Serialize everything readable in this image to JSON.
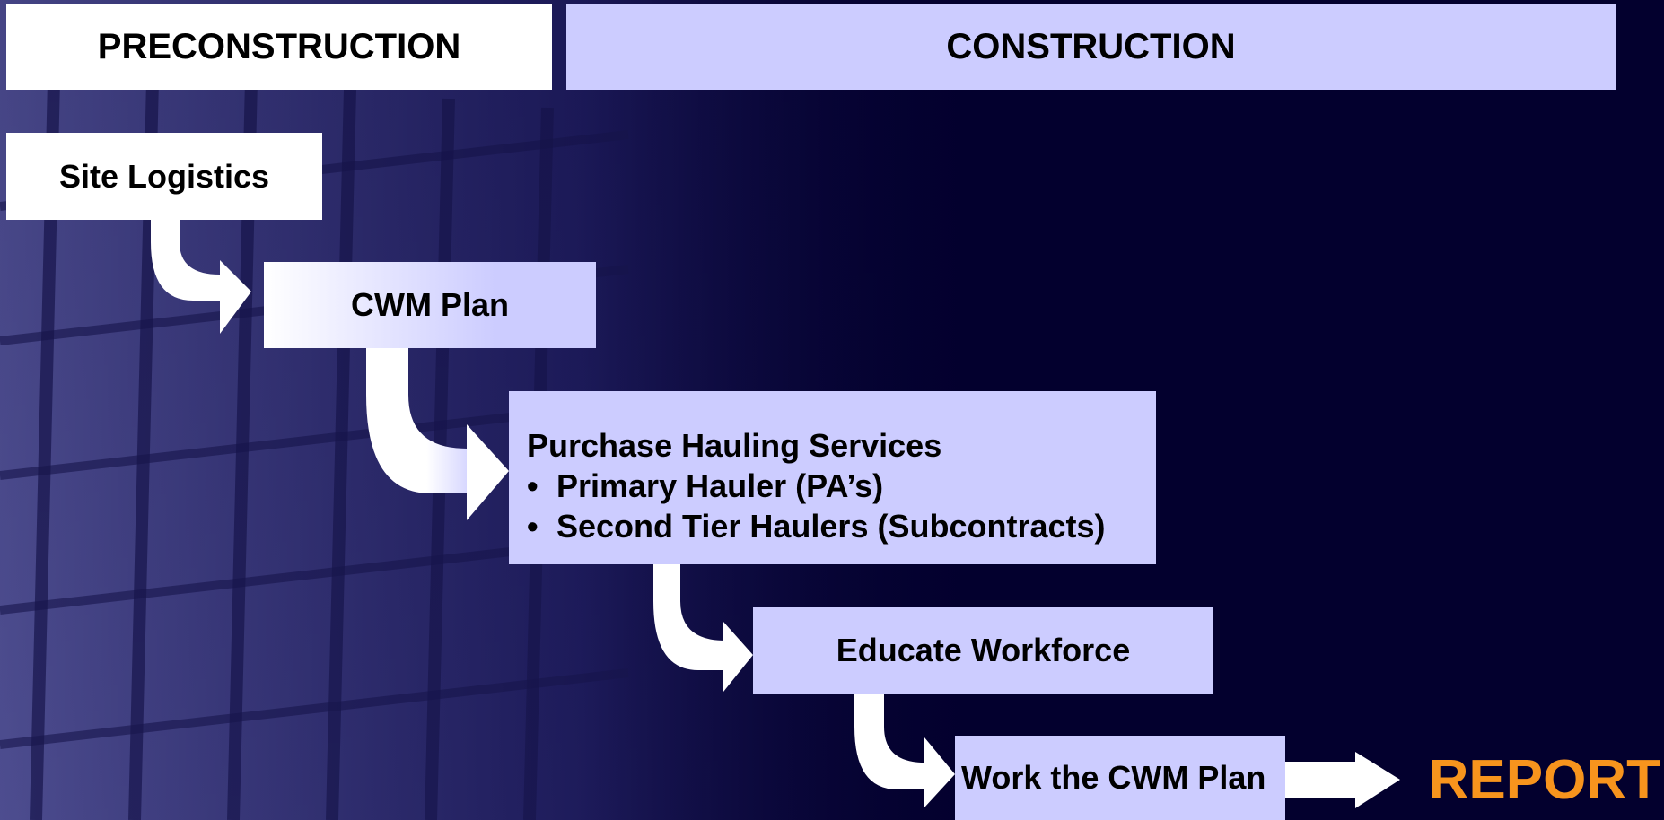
{
  "phases": {
    "preconstruction": "PRECONSTRUCTION",
    "construction": "CONSTRUCTION"
  },
  "steps": {
    "site_logistics": "Site Logistics",
    "cwm_plan": "CWM Plan",
    "purchase_hauling": {
      "title": "Purchase Hauling Services",
      "bullets": [
        "Primary Hauler (PA’s)",
        "Second Tier Haulers (Subcontracts)"
      ]
    },
    "educate_workforce": "Educate Workforce",
    "work_cwm_plan": "Work the CWM Plan"
  },
  "report_label": "REPORT",
  "colors": {
    "background": "#03002e",
    "box_light": "#ccccff",
    "box_white": "#ffffff",
    "report": "#f7941d"
  }
}
